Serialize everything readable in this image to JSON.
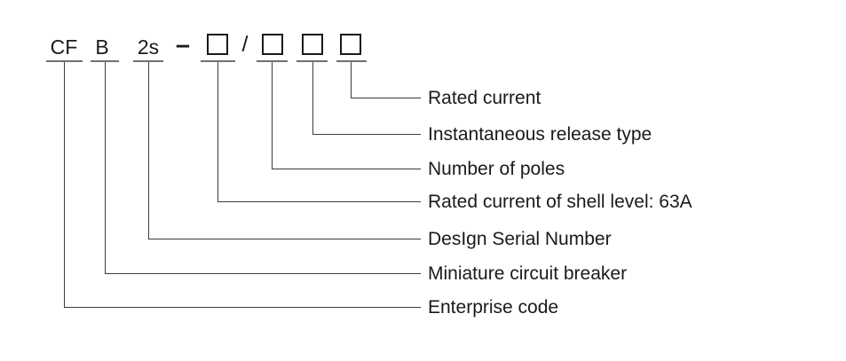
{
  "code": {
    "enterprise": "CF",
    "breaker": "B",
    "series": "2s",
    "dash": "–",
    "slash": "/",
    "box_symbol": "□"
  },
  "callouts": {
    "rated_current": "Rated current",
    "release_type": "Instantaneous release type",
    "poles": "Number of poles",
    "shell_current": "Rated current of shell level: 63A",
    "design_serial": "DesIgn Serial Number",
    "breaker": "Miniature circuit breaker",
    "enterprise": "Enterprise code"
  },
  "colors": {
    "background": "#ffffff",
    "text": "#1a1a1a",
    "connector_line": "#3c3c3c",
    "tick_line": "#707070",
    "box_border": "#1a1a1a"
  }
}
